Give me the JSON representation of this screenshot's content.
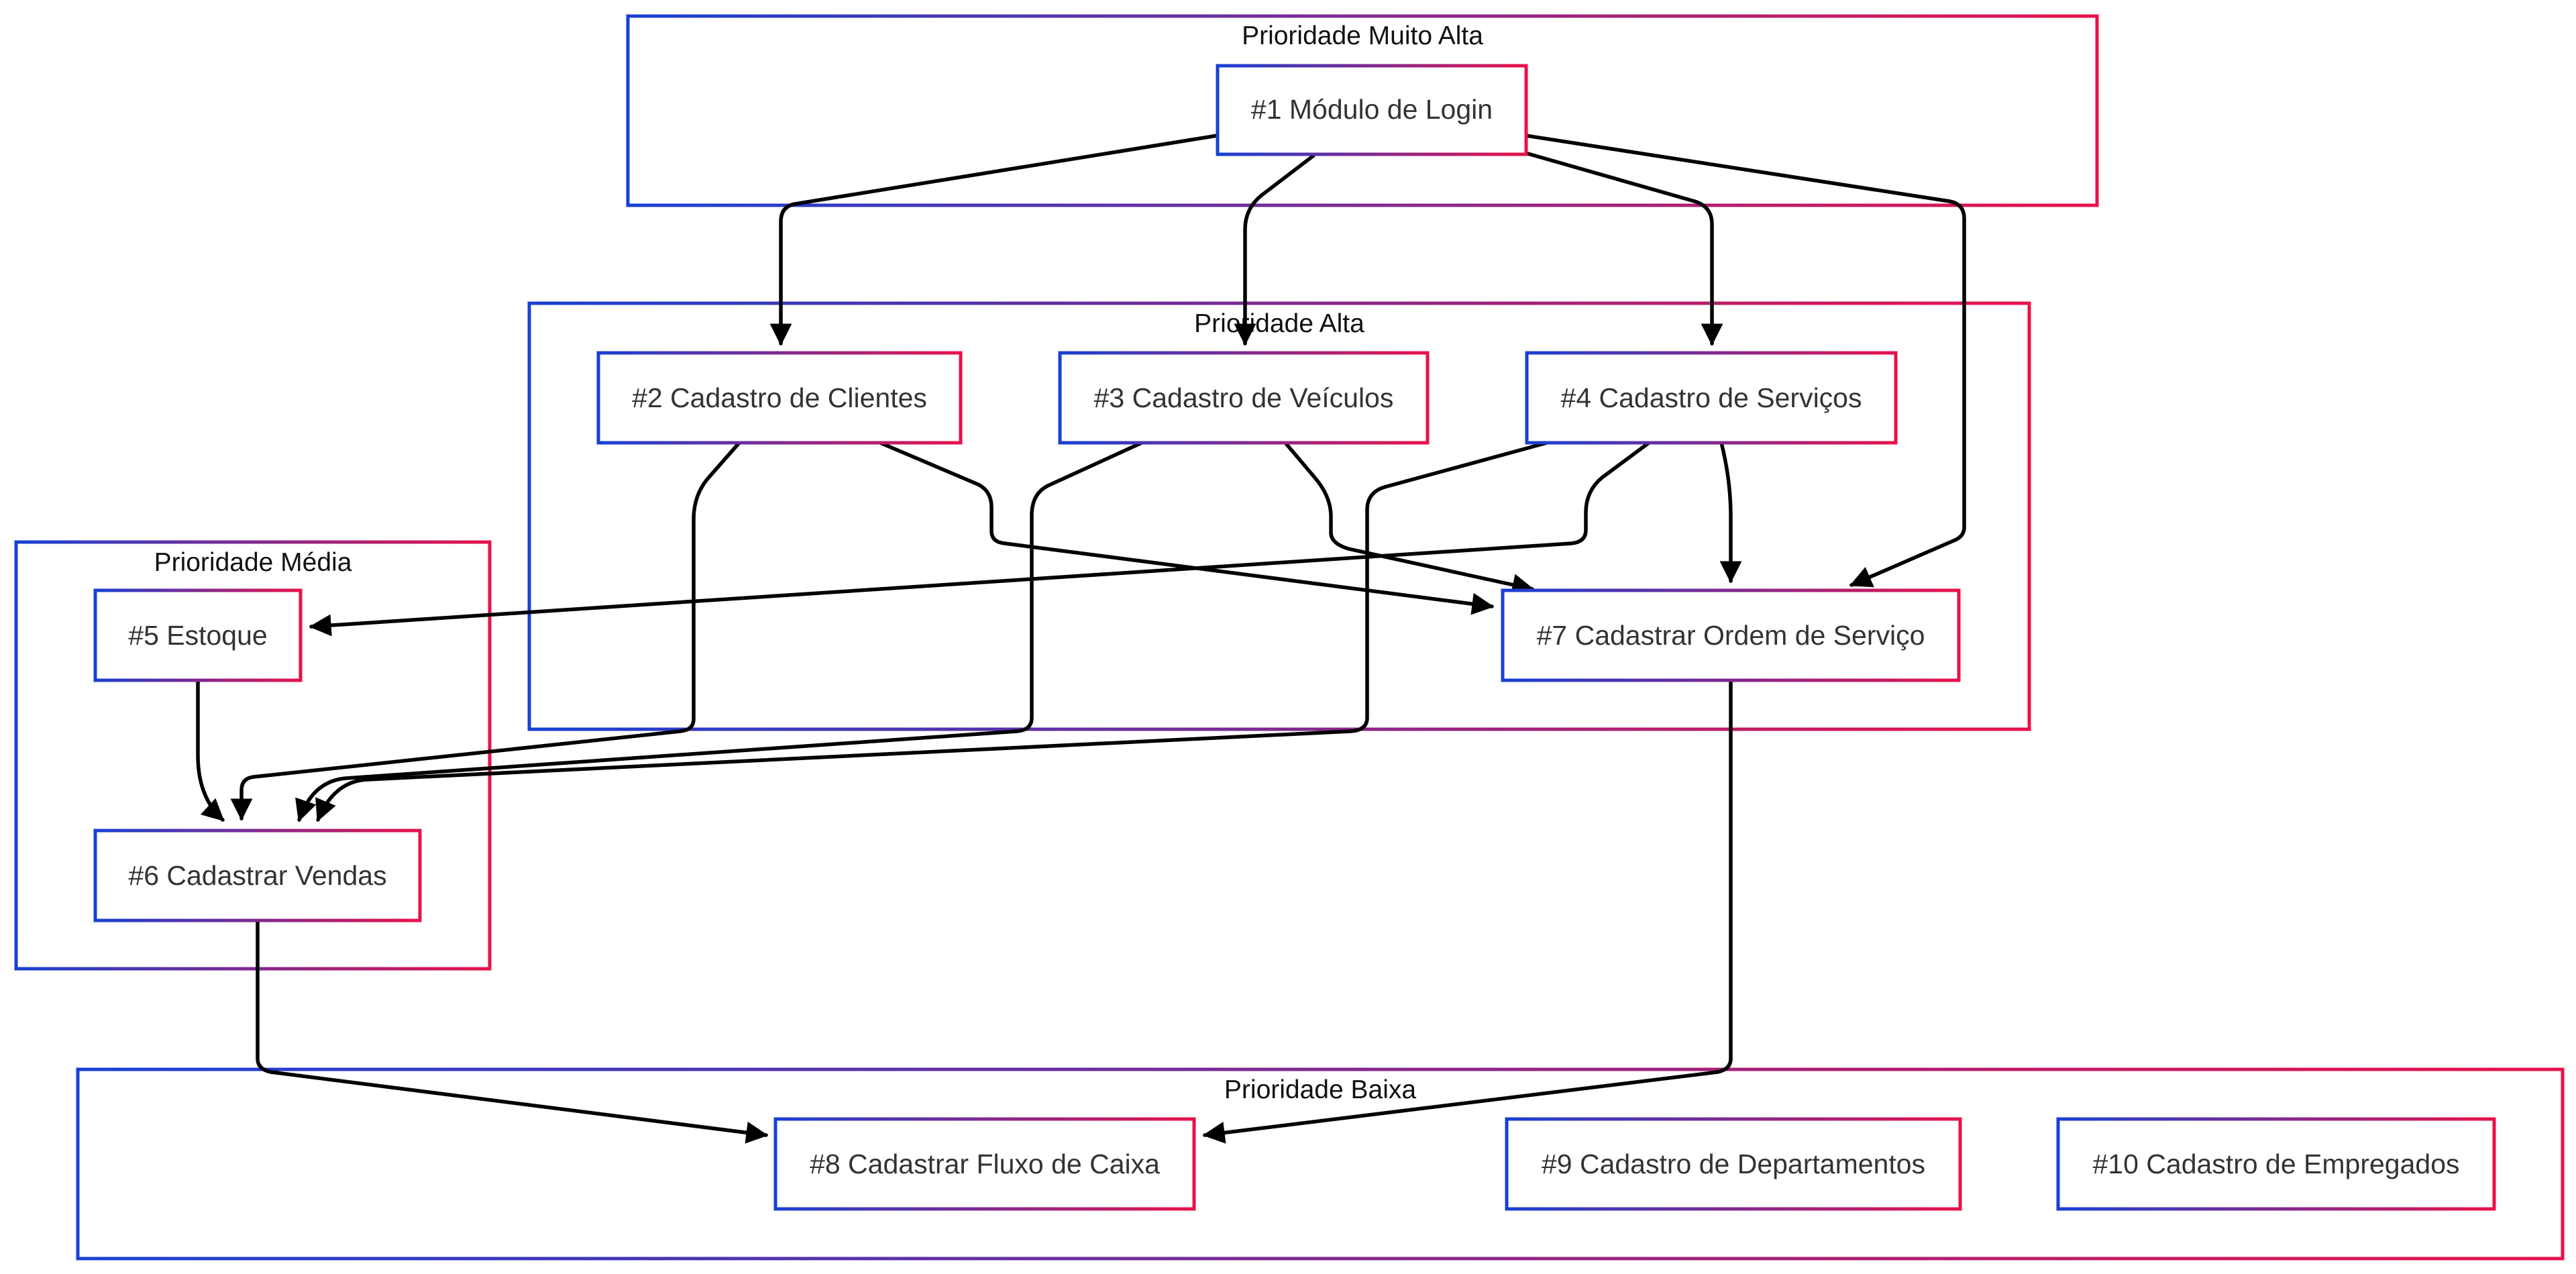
{
  "colors": {
    "gradient_start": "#1740d4",
    "gradient_end": "#e8124a",
    "edge": "#000000",
    "text": "#333333"
  },
  "clusters": {
    "muito_alta": "Prioridade Muito Alta",
    "alta": "Prioridade Alta",
    "media": "Prioridade Média",
    "baixa": "Prioridade Baixa"
  },
  "nodes": {
    "n1": "#1 Módulo de Login",
    "n2": "#2 Cadastro de Clientes",
    "n3": "#3 Cadastro de Veículos",
    "n4": "#4 Cadastro de Serviços",
    "n5": "#5 Estoque",
    "n6": "#6 Cadastrar Vendas",
    "n7": "#7 Cadastrar Ordem de Serviço",
    "n8": "#8 Cadastrar Fluxo de Caixa",
    "n9": "#9 Cadastro de Departamentos",
    "n10": "#10 Cadastro de Empregados"
  },
  "edges": [
    {
      "from": "n1",
      "to": "n2"
    },
    {
      "from": "n1",
      "to": "n3"
    },
    {
      "from": "n1",
      "to": "n4"
    },
    {
      "from": "n1",
      "to": "n7"
    },
    {
      "from": "n2",
      "to": "n6"
    },
    {
      "from": "n2",
      "to": "n7"
    },
    {
      "from": "n3",
      "to": "n6"
    },
    {
      "from": "n3",
      "to": "n7"
    },
    {
      "from": "n4",
      "to": "n6"
    },
    {
      "from": "n4",
      "to": "n5"
    },
    {
      "from": "n4",
      "to": "n7"
    },
    {
      "from": "n5",
      "to": "n6"
    },
    {
      "from": "n6",
      "to": "n8"
    },
    {
      "from": "n7",
      "to": "n8"
    }
  ]
}
